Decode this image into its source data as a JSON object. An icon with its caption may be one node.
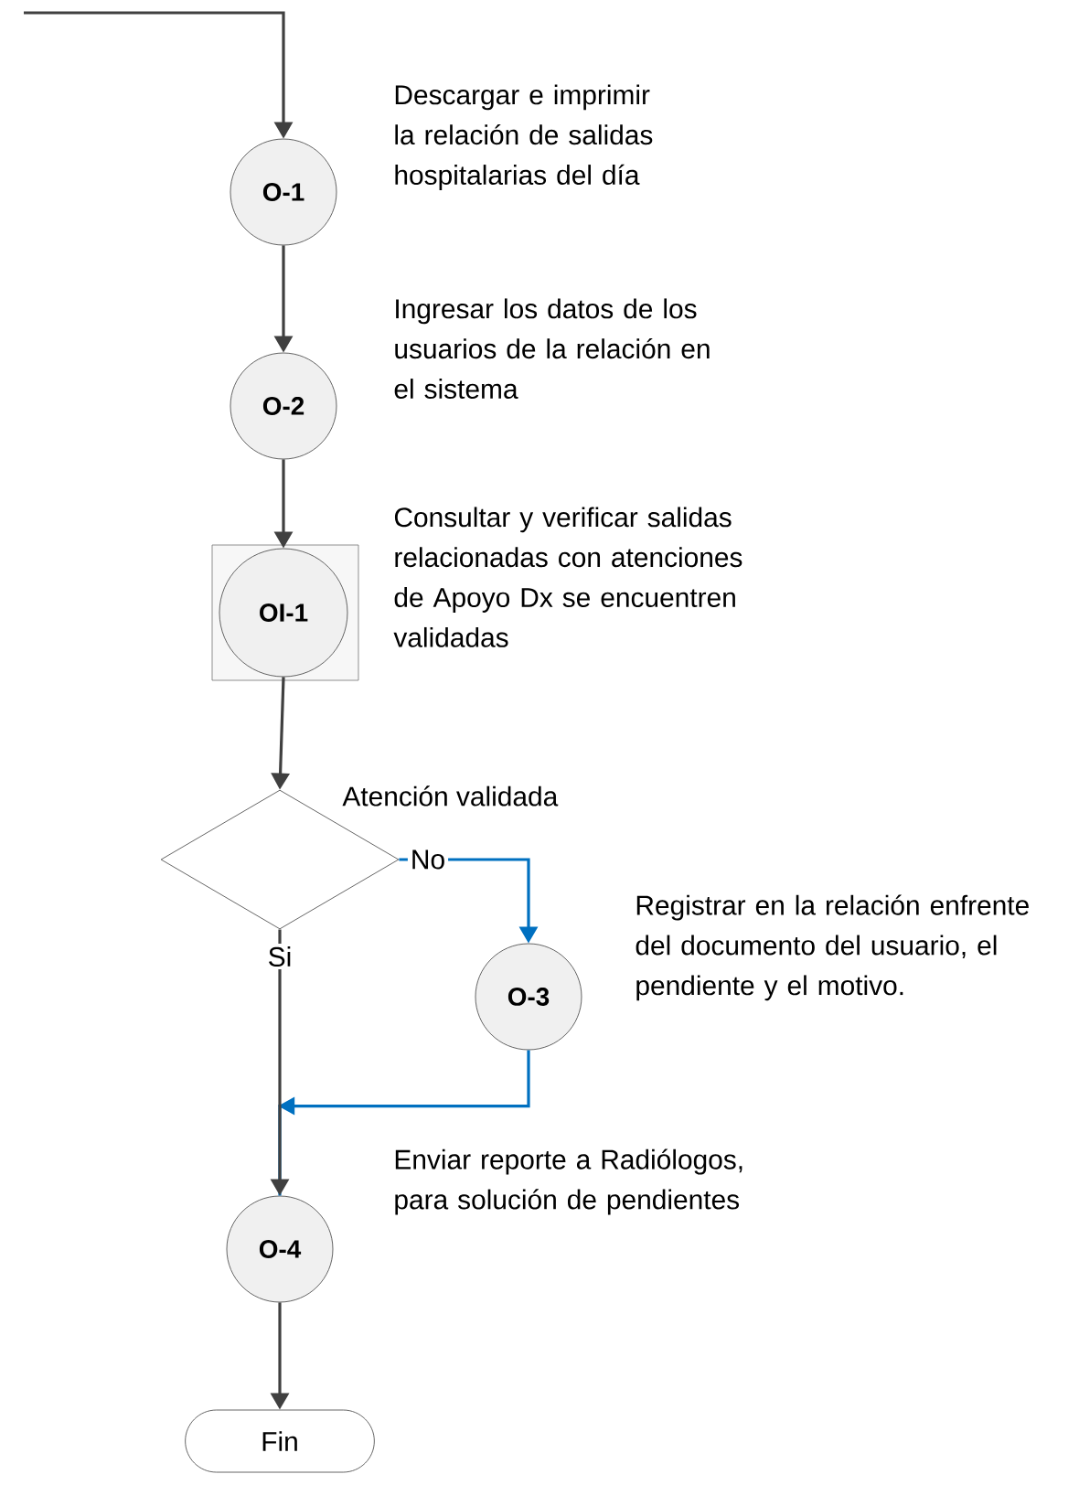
{
  "diagram": {
    "nodes": [
      {
        "text": [
          "O-1"
        ],
        "beside": [
          "Descargar e imprimir la relación de salidas hospitalarias del día"
        ]
      },
      {
        "text": [
          "O-2"
        ],
        "beside": [
          "Ingresar los datos de los usuarios de la relación en el sistema"
        ]
      },
      {
        "text": [
          "OI-1"
        ],
        "beside": [
          "Consultar y verificar salidas relacionadas con atenciones de Apoyo Dx se encuentren validadas"
        ]
      },
      {
        "text": [
          "Atención validada"
        ]
      },
      {
        "text": [
          "O-3"
        ],
        "beside": [
          "Registrar en la relación enfrente del documento del usuario, el pendiente y el motivo."
        ]
      },
      {
        "text": [
          "O-4"
        ],
        "beside": [
          "Enviar reporte a Radiólogos, para solución de pendientes"
        ]
      },
      {
        "text": [
          "Fin"
        ]
      }
    ],
    "edges": [
      {
        "from": null,
        "to": 0,
        "arrow": "to"
      },
      {
        "from": 0,
        "to": 1,
        "arrow": "to"
      },
      {
        "from": 1,
        "to": 2,
        "arrow": "to"
      },
      {
        "from": 2,
        "to": 3,
        "arrow": "to"
      },
      {
        "from": 3,
        "to": 4,
        "arrow": "to",
        "label": "No",
        "color": "#0070c0"
      },
      {
        "from": 3,
        "to": 5,
        "arrow": "to",
        "label": "Si"
      },
      {
        "from": 4,
        "to": 5,
        "arrow": "to",
        "color": "#0070c0"
      },
      {
        "from": 5,
        "to": 6,
        "arrow": "to"
      }
    ]
  }
}
